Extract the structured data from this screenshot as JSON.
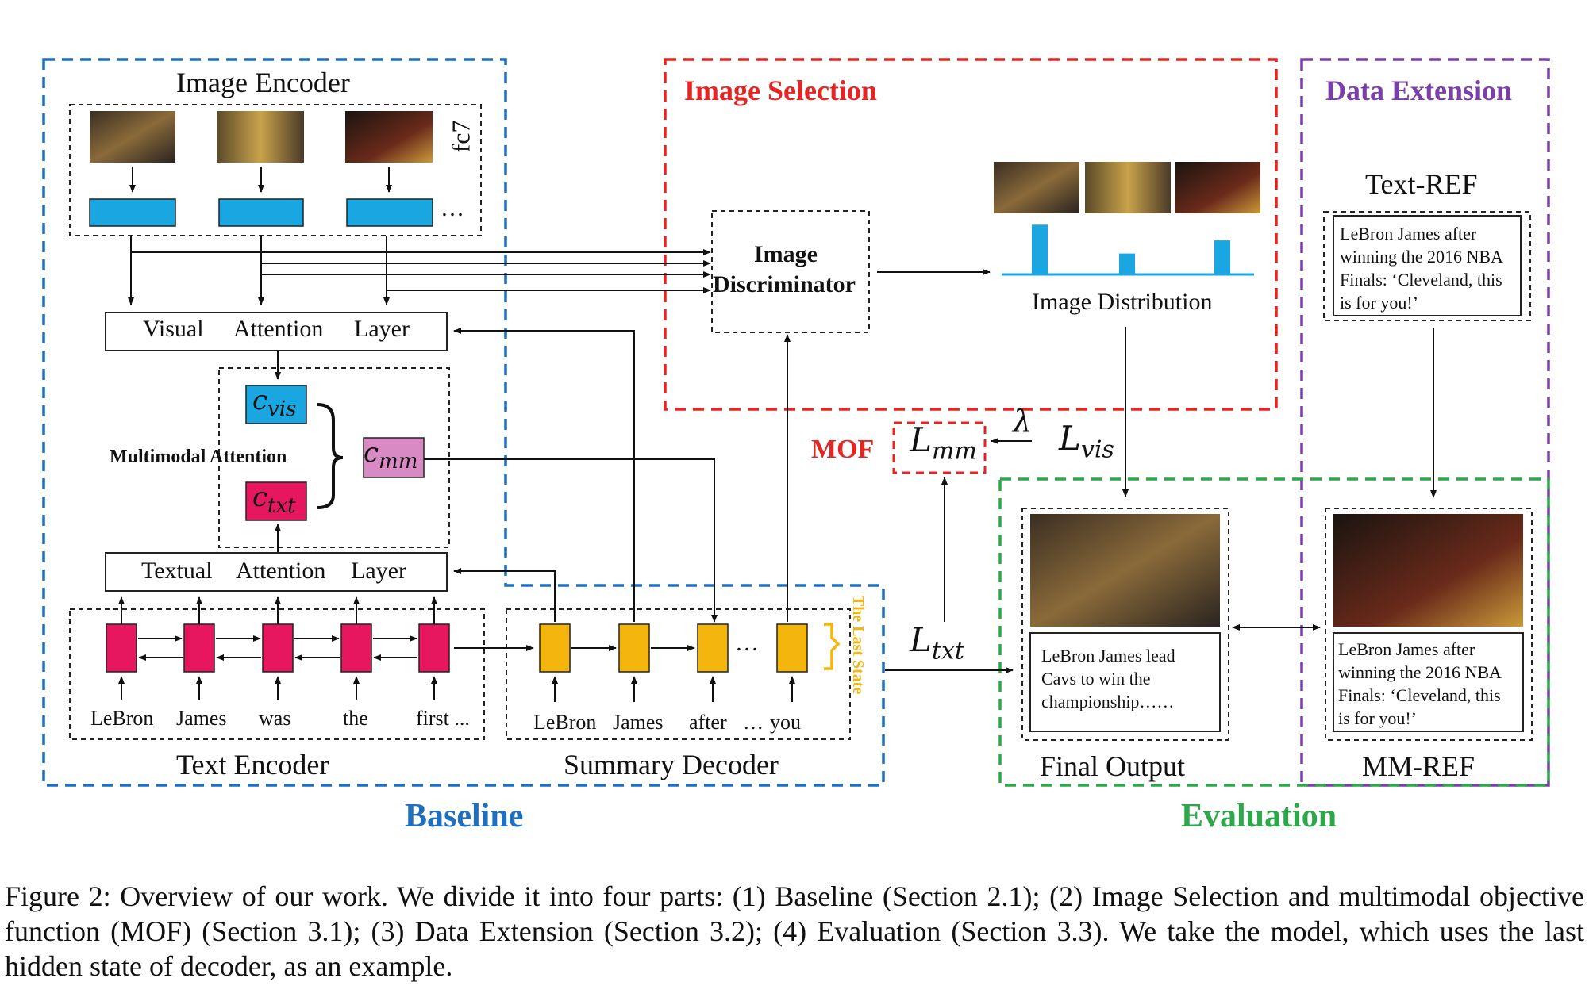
{
  "colors": {
    "baseline": "#1f6fbf",
    "image_selection": "#e52424",
    "data_extension": "#7a3fa8",
    "evaluation": "#2ca84a",
    "encoder_block": "#1aa6e0",
    "text_cell": "#e6175f",
    "decoder_cell": "#f4b60c",
    "c_mm": "#d98ac4",
    "last_state": "#f4b60c"
  },
  "sections": {
    "baseline": "Baseline",
    "image_selection": "Image Selection",
    "data_extension": "Data Extension",
    "evaluation": "Evaluation"
  },
  "image_encoder": {
    "title": "Image Encoder",
    "layer_label": "fc7",
    "ellipsis": "…"
  },
  "visual_attention": [
    "Visual",
    "Attention",
    "Layer"
  ],
  "textual_attention": [
    "Textual",
    "Attention",
    "Layer"
  ],
  "multimodal": {
    "label": "Multimodal Attention",
    "c_vis": {
      "base": "c",
      "sub": "vis"
    },
    "c_txt": {
      "base": "c",
      "sub": "txt"
    },
    "c_mm": {
      "base": "c",
      "sub": "mm"
    }
  },
  "text_encoder": {
    "title": "Text Encoder",
    "words": [
      "LeBron",
      "James",
      "was",
      "the",
      "first ..."
    ]
  },
  "summary_decoder": {
    "title": "Summary Decoder",
    "words": [
      "LeBron",
      "James",
      "after",
      "…",
      "you"
    ],
    "ellipsis": "…",
    "last_state": "The Last State"
  },
  "discriminator": {
    "line1": "Image",
    "line2": "Discriminator"
  },
  "distribution": {
    "label": "Image Distribution",
    "bars": [
      0.95,
      0.4,
      0.65
    ]
  },
  "mof": {
    "label": "MOF",
    "l_mm": {
      "base": "L",
      "sub": "mm"
    },
    "lambda": "λ",
    "l_vis": {
      "base": "L",
      "sub": "vis"
    },
    "l_txt": {
      "base": "L",
      "sub": "txt"
    }
  },
  "data_extension": {
    "text_ref_title": "Text-REF",
    "text_ref_lines": [
      "LeBron James after",
      "winning the 2016 NBA",
      "Finals: ‘Cleveland, this",
      "is for you!’"
    ]
  },
  "evaluation": {
    "final_output_title": "Final Output",
    "final_output_lines": [
      "LeBron James lead",
      "Cavs to win the",
      "championship……"
    ],
    "mm_ref_title": "MM-REF",
    "mm_ref_lines": [
      "LeBron James after",
      "winning the 2016 NBA",
      "Finals: ‘Cleveland, this",
      "is for you!’"
    ]
  },
  "caption": "Figure 2: Overview of our work. We divide it into four parts: (1) Baseline (Section 2.1); (2) Image Selection and multimodal objective function (MOF) (Section 3.1); (3) Data Extension (Section 3.2); (4) Evaluation (Section 3.3). We take the model, which uses the last hidden state of decoder, as an example."
}
